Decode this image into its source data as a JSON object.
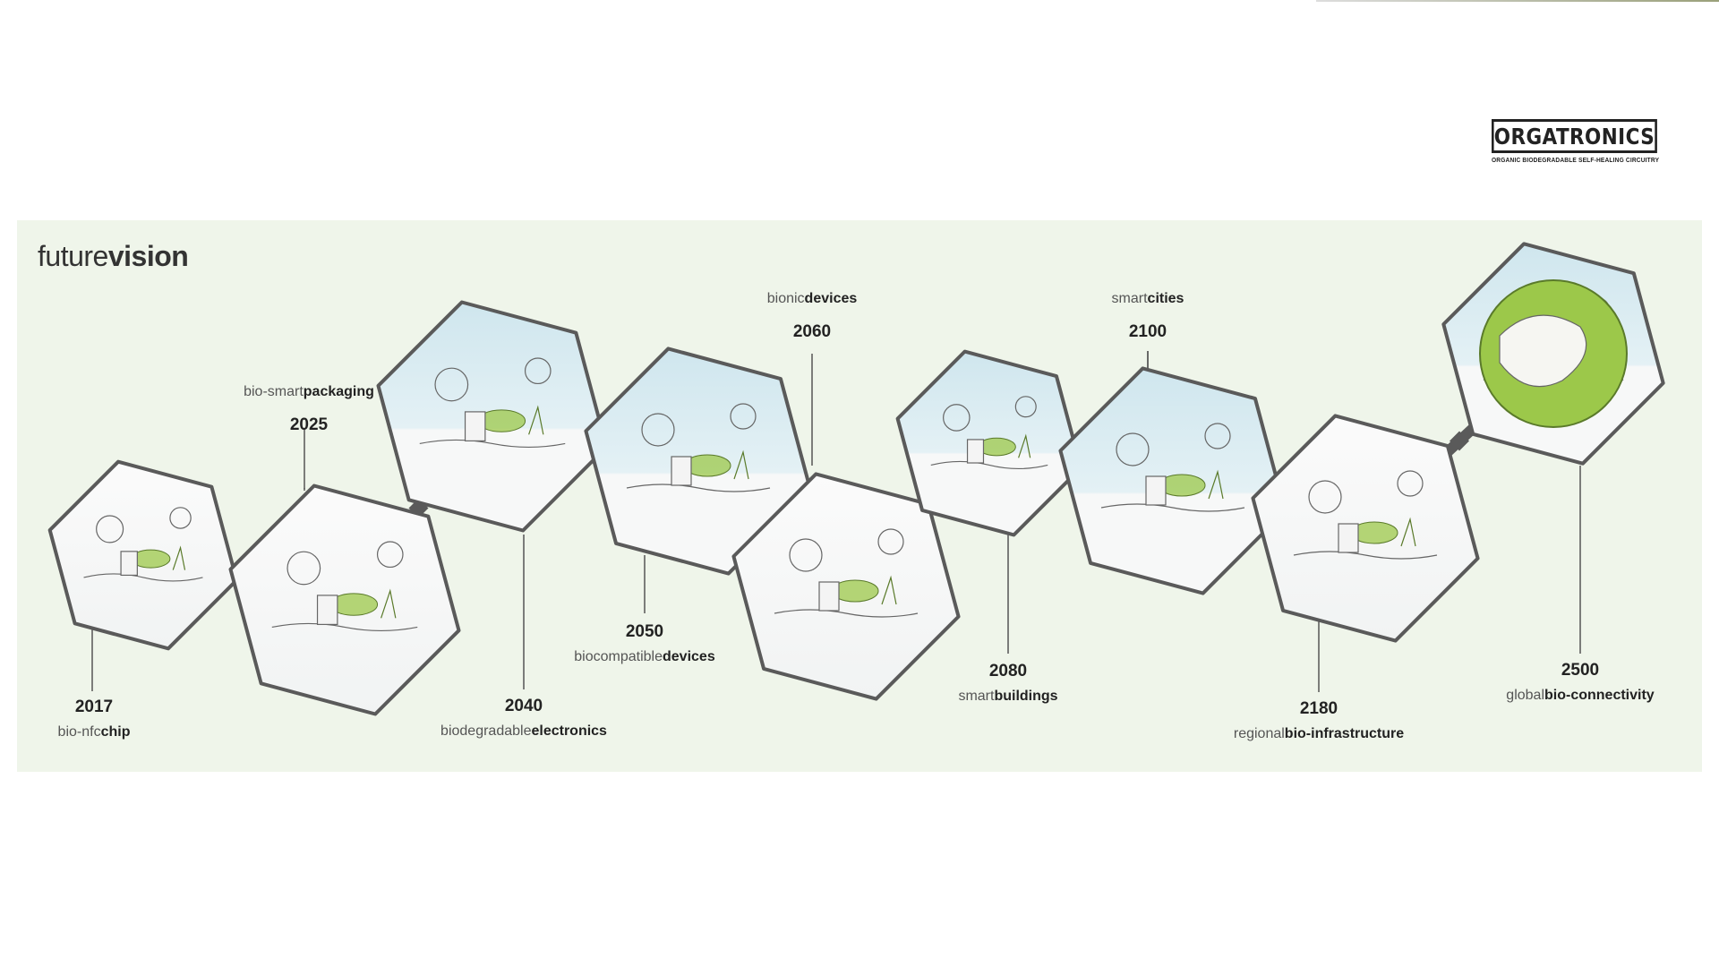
{
  "logo": {
    "name": "ORGATRONICS",
    "tagline": "ORGANIC BIODEGRADABLE SELF-HEALING CIRCUITRY"
  },
  "title": {
    "light": "future",
    "bold": "vision"
  },
  "milestones": [
    {
      "year": "2017",
      "light": "bio-nfc",
      "bold": "chip"
    },
    {
      "year": "2025",
      "light": "bio-smart",
      "bold": "packaging"
    },
    {
      "year": "2040",
      "light": "biodegradable",
      "bold": "electronics"
    },
    {
      "year": "2050",
      "light": "biocompatible",
      "bold": "devices"
    },
    {
      "year": "2060",
      "light": "bionic",
      "bold": "devices"
    },
    {
      "year": "2080",
      "light": "smart",
      "bold": "buildings"
    },
    {
      "year": "2100",
      "light": "smart",
      "bold": "cities"
    },
    {
      "year": "2180",
      "light": "regional",
      "bold": "bio-infrastructure"
    },
    {
      "year": "2500",
      "light": "global",
      "bold": "bio-connectivity"
    }
  ],
  "colors": {
    "panel": "#eff5ea",
    "hex_border": "#5a5a5a",
    "sky": "#cfe6ee",
    "accent_green": "#9cc84a"
  }
}
